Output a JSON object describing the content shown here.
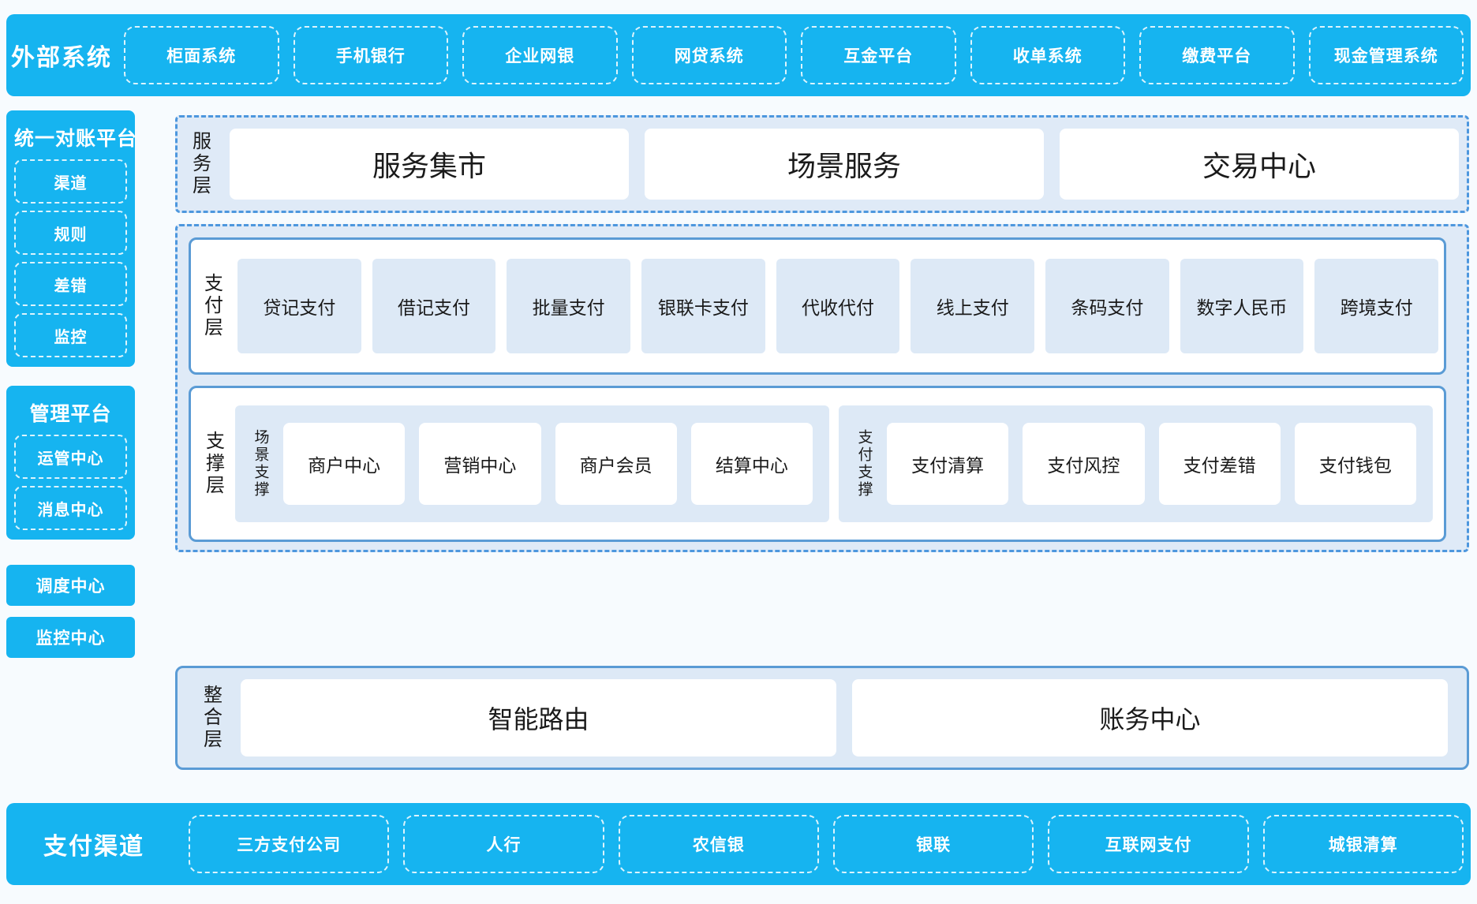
{
  "external_systems": {
    "title": "外部系统",
    "items": [
      "柜面系统",
      "手机银行",
      "企业网银",
      "网贷系统",
      "互金平台",
      "收单系统",
      "缴费平台",
      "现金管理系统"
    ]
  },
  "rail": {
    "reconciliation": {
      "title": "统一对账平台",
      "items": [
        "渠道",
        "规则",
        "差错",
        "监控"
      ]
    },
    "management": {
      "title": "管理平台",
      "items": [
        "运管中心",
        "消息中心"
      ]
    },
    "standalone": [
      "调度中心",
      "监控中心"
    ]
  },
  "service_layer": {
    "label": "服务层",
    "items": [
      "服务集市",
      "场景服务",
      "交易中心"
    ]
  },
  "payment_layer": {
    "label": "支付层",
    "items": [
      "贷记支付",
      "借记支付",
      "批量支付",
      "银联卡支付",
      "代收代付",
      "线上支付",
      "条码支付",
      "数字人民币",
      "跨境支付"
    ]
  },
  "support_layer": {
    "label": "支撑层",
    "groups": [
      {
        "label": "场景支撑",
        "items": [
          "商户中心",
          "营销中心",
          "商户会员",
          "结算中心"
        ]
      },
      {
        "label": "支付支撑",
        "items": [
          "支付清算",
          "支付风控",
          "支付差错",
          "支付钱包"
        ]
      }
    ]
  },
  "integration_layer": {
    "label": "整合层",
    "items": [
      "智能路由",
      "账务中心"
    ]
  },
  "payment_channels": {
    "title": "支付渠道",
    "items": [
      "三方支付公司",
      "人行",
      "农信银",
      "银联",
      "互联网支付",
      "城银清算"
    ]
  },
  "colors": {
    "brand_blue": "#16b4f0",
    "panel_border": "#5a9bd5",
    "group_dash": "#4d97de",
    "group_fill": "#dfeaf7",
    "tile_fill": "#dde9f6",
    "page_bg": "#f7fbfe"
  }
}
